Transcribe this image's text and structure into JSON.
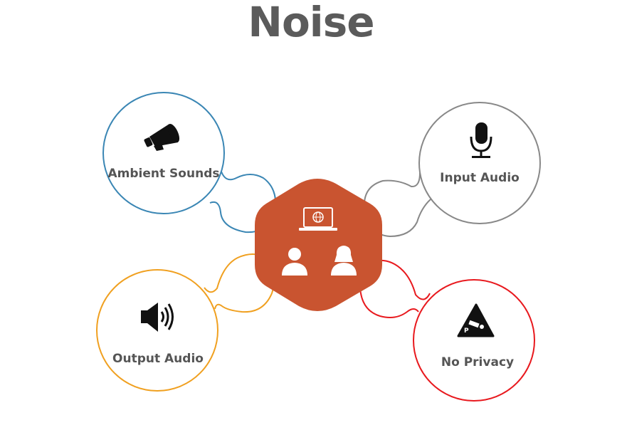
{
  "title": "Noise",
  "nodes": [
    {
      "label": "Ambient Sounds",
      "icon": "megaphone-icon",
      "color": "#3a86b4"
    },
    {
      "label": "Input Audio",
      "icon": "microphone-icon",
      "color": "#888888"
    },
    {
      "label": "Output Audio",
      "icon": "speaker-icon",
      "color": "#f0a020"
    },
    {
      "label": "No Privacy",
      "icon": "camera-warning-icon",
      "color": "#e8191e"
    }
  ],
  "center": {
    "color": "#c95430",
    "icon": "laptop-people-icon"
  }
}
